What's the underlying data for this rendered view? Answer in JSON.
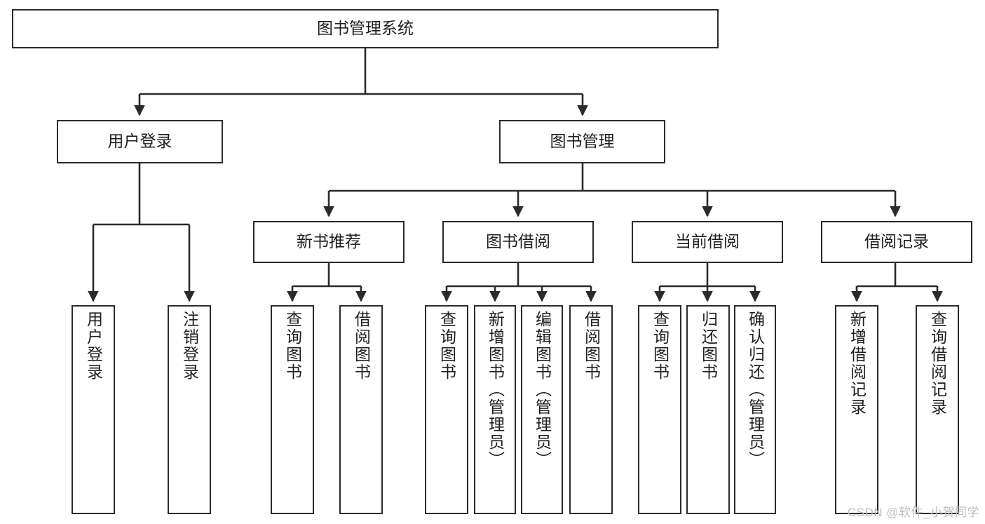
{
  "diagram": {
    "title": "图书管理系统",
    "watermark": "CSDN @软件_小贺同学",
    "line_color": "#2b2b2b",
    "text_color": "#1f1f1f",
    "background": "#ffffff",
    "nodes": {
      "root": "图书管理系统",
      "user_login": "用户登录",
      "book_manage": "图书管理",
      "new_book_rec": "新书推荐",
      "book_borrow": "图书借阅",
      "current_borrow": "当前借阅",
      "borrow_record": "借阅记录",
      "leaf_user_login": "用户登录",
      "leaf_logout": "注销登录",
      "leaf_query_book_1": "查询图书",
      "leaf_borrow_book_1": "借阅图书",
      "leaf_query_book_2": "查询图书",
      "leaf_add_book": "新增图书（管理员）",
      "leaf_edit_book": "编辑图书（管理员）",
      "leaf_borrow_book_2": "借阅图书",
      "leaf_query_book_3": "查询图书",
      "leaf_return_book": "归还图书",
      "leaf_confirm_return": "确认归还（管理员）",
      "leaf_add_record": "新增借阅记录",
      "leaf_query_record": "查询借阅记录"
    }
  }
}
